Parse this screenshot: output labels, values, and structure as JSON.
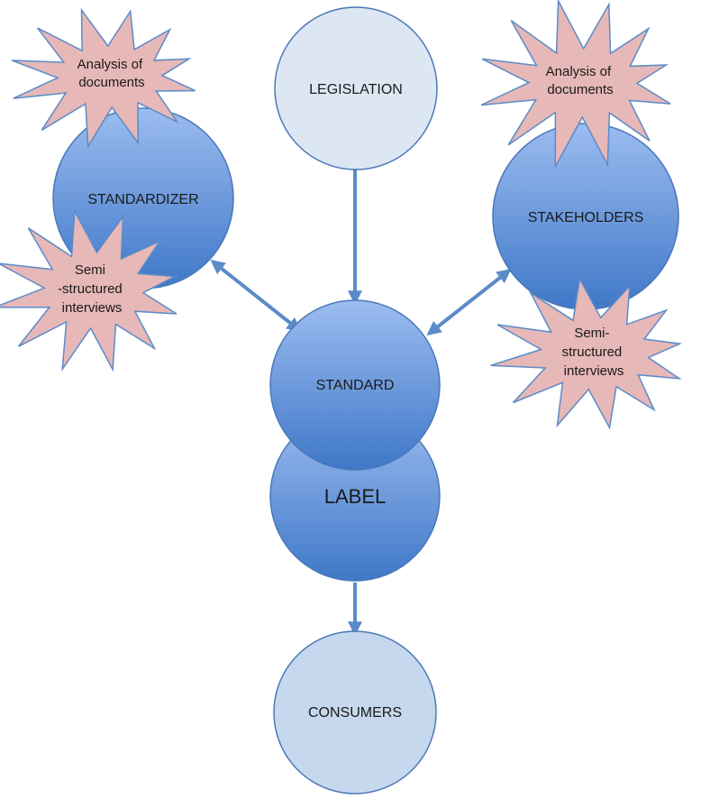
{
  "nodes": {
    "legislation": "LEGISLATION",
    "standardizer": "STANDARDIZER",
    "stakeholders": "STAKEHOLDERS",
    "standard": "STANDARD",
    "label": "LABEL",
    "consumers": "CONSUMERS"
  },
  "methods": {
    "standardizer_documents": [
      "Analysis of",
      "documents"
    ],
    "standardizer_interviews": [
      "Semi",
      "-structured",
      "interviews"
    ],
    "stakeholders_documents": [
      "Analysis of",
      "documents"
    ],
    "stakeholders_interviews": [
      "Semi-",
      "structured",
      "interviews"
    ]
  },
  "colors": {
    "light_node_fill": "#dde7f3",
    "blue_node_top": "#9cbcf0",
    "blue_node_bottom": "#3f78c8",
    "node_stroke": "#4a78b8",
    "starburst_fill": "#e6b8b7",
    "starburst_stroke": "#5b8bc8",
    "arrow": "#5b8bc8"
  },
  "icons": {
    "method_marker": "starburst-icon"
  }
}
